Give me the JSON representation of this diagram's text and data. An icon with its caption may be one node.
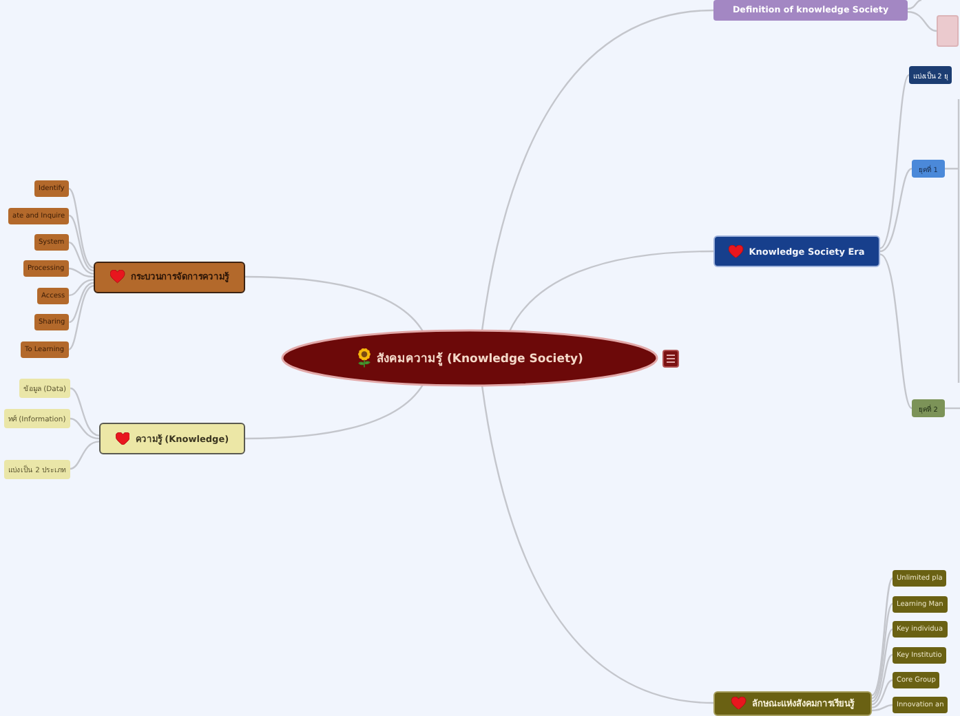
{
  "diagram": {
    "nodes": [
      {
        "text": [
          "สังคมความรู้ (Knowledge Society)"
        ]
      },
      {
        "text": [
          "กระบวนการจัดการความรู้"
        ]
      },
      {
        "text": [
          "Identify"
        ]
      },
      {
        "text": [
          "ate and Inquire"
        ]
      },
      {
        "text": [
          "System"
        ]
      },
      {
        "text": [
          "Processing"
        ]
      },
      {
        "text": [
          "Access"
        ]
      },
      {
        "text": [
          "Sharing"
        ]
      },
      {
        "text": [
          "To Learning"
        ]
      },
      {
        "text": [
          "ความรู้ (Knowledge)"
        ]
      },
      {
        "text": [
          "ข้อมูล (Data)"
        ]
      },
      {
        "text": [
          "ทศ์ (Information)"
        ]
      },
      {
        "text": [
          "แบ่งเป็น 2 ประเภท"
        ]
      },
      {
        "text": [
          "Definition of knowledge Society"
        ]
      },
      {
        "text": [
          "Knowledge Society Era"
        ]
      },
      {
        "text": [
          "แบ่งเป็น 2 ยุ"
        ]
      },
      {
        "text": [
          "ยุคที่ 1"
        ]
      },
      {
        "text": [
          "ยุคที่ 2"
        ]
      },
      {
        "text": [
          "ลักษณะแห่งสังคมการเรียนรู้"
        ]
      },
      {
        "text": [
          "Unlimited pla"
        ]
      },
      {
        "text": [
          "Learning Man"
        ]
      },
      {
        "text": [
          "Key individua"
        ]
      },
      {
        "text": [
          "Key Institutio"
        ]
      },
      {
        "text": [
          "Core Group"
        ]
      },
      {
        "text": [
          "Innovation an"
        ]
      },
      {
        "text": [],
        "shape": "box"
      }
    ],
    "edges": [
      {
        "from": 0,
        "to": 1,
        "arrow": "none"
      },
      {
        "from": 1,
        "to": 2,
        "arrow": "none"
      },
      {
        "from": 1,
        "to": 3,
        "arrow": "none"
      },
      {
        "from": 1,
        "to": 4,
        "arrow": "none"
      },
      {
        "from": 1,
        "to": 5,
        "arrow": "none"
      },
      {
        "from": 1,
        "to": 6,
        "arrow": "none"
      },
      {
        "from": 1,
        "to": 7,
        "arrow": "none"
      },
      {
        "from": 1,
        "to": 8,
        "arrow": "none"
      },
      {
        "from": 0,
        "to": 9,
        "arrow": "none"
      },
      {
        "from": 9,
        "to": 10,
        "arrow": "none"
      },
      {
        "from": 9,
        "to": 11,
        "arrow": "none"
      },
      {
        "from": 9,
        "to": 12,
        "arrow": "none"
      },
      {
        "from": 0,
        "to": 13,
        "arrow": "none"
      },
      {
        "from": 13,
        "to": 25,
        "arrow": "none"
      },
      {
        "from": 13,
        "to": null,
        "arrow": "none"
      },
      {
        "from": 0,
        "to": 14,
        "arrow": "none"
      },
      {
        "from": 14,
        "to": 15,
        "arrow": "none"
      },
      {
        "from": 14,
        "to": 16,
        "arrow": "none"
      },
      {
        "from": 14,
        "to": 17,
        "arrow": "none"
      },
      {
        "from": 16,
        "to": null,
        "arrow": "none"
      },
      {
        "from": 17,
        "to": null,
        "arrow": "none"
      },
      {
        "from": 0,
        "to": 18,
        "arrow": "none"
      },
      {
        "from": 18,
        "to": 19,
        "arrow": "none"
      },
      {
        "from": 18,
        "to": 20,
        "arrow": "none"
      },
      {
        "from": 18,
        "to": 21,
        "arrow": "none"
      },
      {
        "from": 18,
        "to": 22,
        "arrow": "none"
      },
      {
        "from": 18,
        "to": 23,
        "arrow": "none"
      },
      {
        "from": 18,
        "to": 24,
        "arrow": "none"
      }
    ]
  }
}
